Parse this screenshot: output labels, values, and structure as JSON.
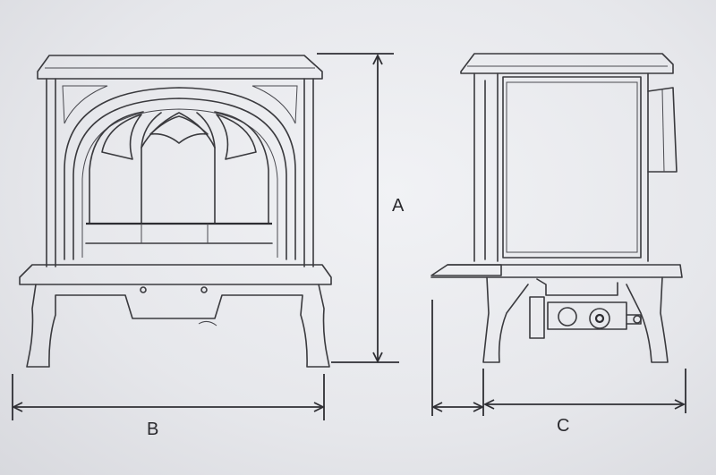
{
  "diagram": {
    "labels": {
      "height": "A",
      "width": "B",
      "depth": "C"
    }
  }
}
